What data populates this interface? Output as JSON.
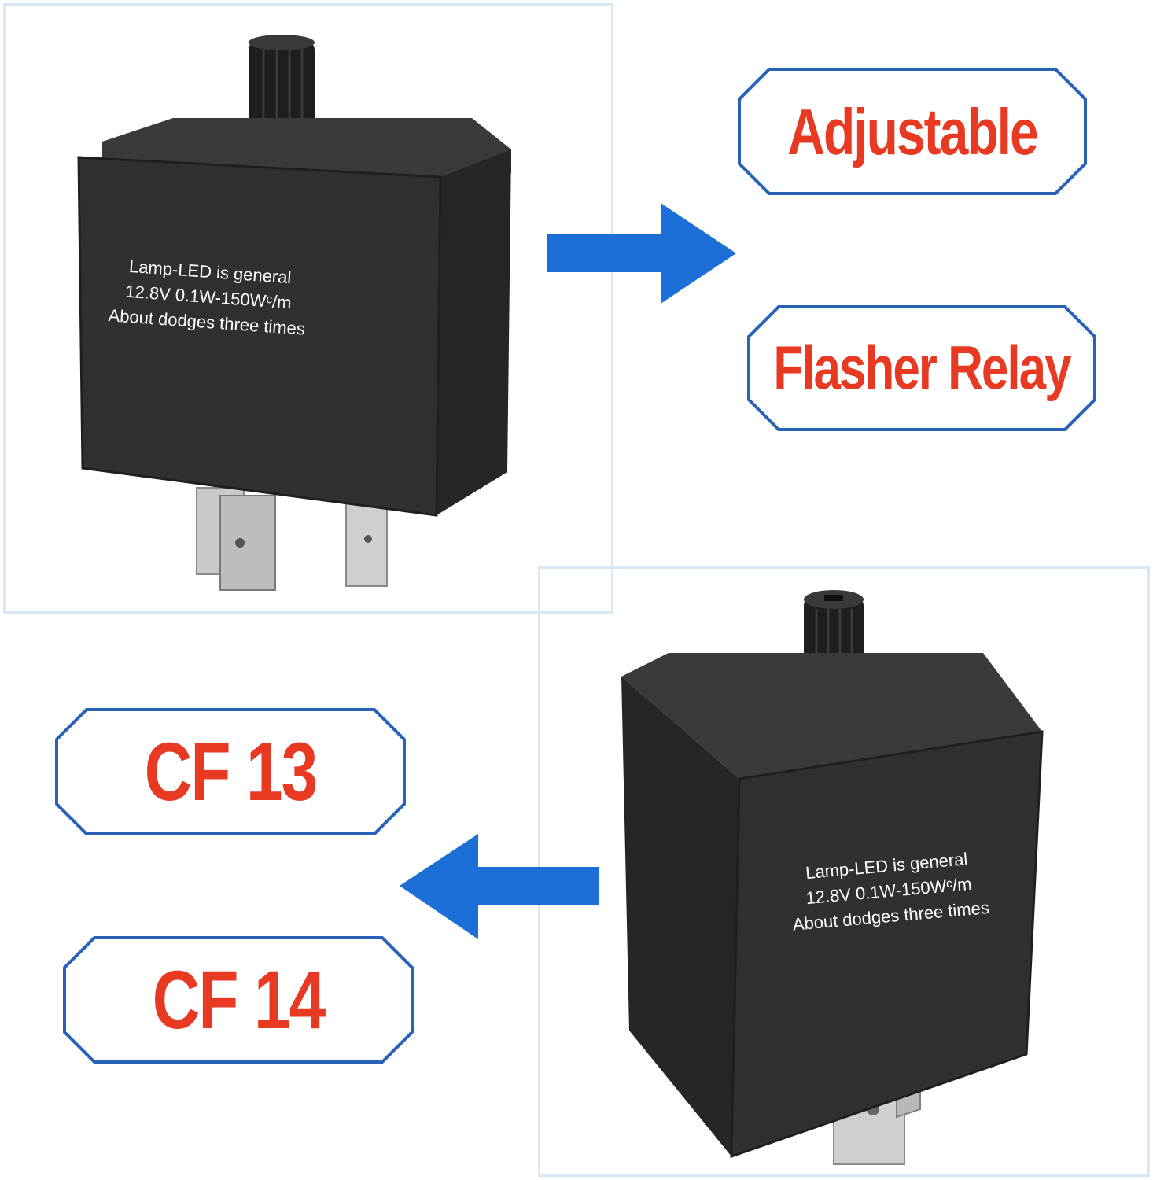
{
  "relay_top": {
    "label_lines": [
      "Lamp-LED is general",
      "12.8V 0.1W-150Wᶜ/m",
      "About dodges three times"
    ]
  },
  "relay_bottom": {
    "label_lines": [
      "Lamp-LED is general",
      "12.8V 0.1W-150Wᶜ/m",
      "About dodges three times"
    ]
  },
  "tags": {
    "adjustable": "Adjustable",
    "flasher_relay": "Flasher Relay",
    "cf13": "CF 13",
    "cf14": "CF 14"
  },
  "colors": {
    "tag_text": "#e83a22",
    "tag_border": "#2a62b8",
    "arrow": "#1c6fd6",
    "frame": "#d6e8f6",
    "relay_body": "#2f2f31"
  },
  "icons": {
    "arrow_right": "arrow-right-icon",
    "arrow_left": "arrow-left-icon"
  }
}
